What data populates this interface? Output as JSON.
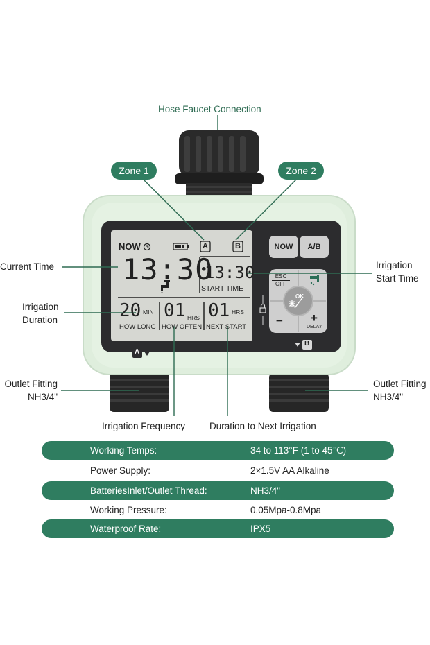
{
  "callouts": {
    "hose_faucet": "Hose Faucet Connection",
    "zone1": "Zone 1",
    "zone2": "Zone 2",
    "current_time": "Current Time",
    "irrigation_start_time_l1": "Irrigation",
    "irrigation_start_time_l2": "Start Time",
    "irrigation_duration_l1": "Irrigation",
    "irrigation_duration_l2": "Duration",
    "outlet_left_l1": "Outlet Fitting",
    "outlet_left_l2": "NH3/4\"",
    "outlet_right_l1": "Outlet Fitting",
    "outlet_right_l2": "NH3/4\"",
    "irrigation_frequency": "Irrigation Frequency",
    "duration_next": "Duration to Next Irrigation"
  },
  "lcd": {
    "now_label": "NOW",
    "zone_a": "A",
    "zone_b": "B",
    "current_time": "13:30",
    "start_time": "13:30",
    "start_time_label": "START TIME",
    "how_long_value": "20",
    "how_long_unit": "MIN",
    "how_long_label": "HOW LONG",
    "how_often_value": "01",
    "how_often_unit": "HRS",
    "how_often_label": "HOW OFTEN",
    "next_start_value": "01",
    "next_start_unit": "HRS",
    "next_start_label": "NEXT START"
  },
  "buttons": {
    "now": "NOW",
    "ab": "A/B",
    "esc_l1": "ESC",
    "esc_l2": "OFF",
    "ok": "OK",
    "minus": "−",
    "plus": "+",
    "delay": "DELAY"
  },
  "device_labels": {
    "outlet_a": "A",
    "outlet_b": "B"
  },
  "specs": [
    {
      "key": "Working Temps:",
      "value": "34 to 113°F (1 to 45℃)"
    },
    {
      "key": "Power Supply:",
      "value": "2×1.5V AA Alkaline"
    },
    {
      "key": "BatteriesInlet/Outlet Thread:",
      "value": "NH3/4\""
    },
    {
      "key": "Working Pressure:",
      "value": "0.05Mpa-0.8Mpa"
    },
    {
      "key": "Waterproof Rate:",
      "value": "IPX5"
    }
  ],
  "colors": {
    "accent_green": "#2f7d60",
    "housing_mint": "#dfeedd",
    "lcd_bg": "#d6d7d2"
  }
}
